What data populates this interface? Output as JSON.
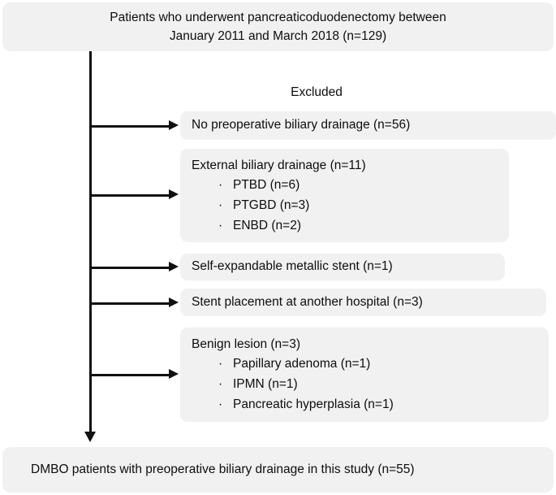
{
  "diagram": {
    "type": "flowchart",
    "title_box": {
      "text": "Patients who underwent pancreaticoduodenectomy between\nJanuary 2011 and March 2018 (n=129)",
      "n": 129
    },
    "excluded_label": "Excluded",
    "exclusions": [
      {
        "title": "No preoperative biliary drainage (n=56)",
        "n": 56,
        "items": []
      },
      {
        "title": "External biliary drainage (n=11)",
        "n": 11,
        "items": [
          {
            "label": "PTBD (n=6)",
            "n": 6
          },
          {
            "label": "PTGBD (n=3)",
            "n": 3
          },
          {
            "label": "ENBD (n=2)",
            "n": 2
          }
        ]
      },
      {
        "title": "Self-expandable metallic stent (n=1)",
        "n": 1,
        "items": []
      },
      {
        "title": "Stent placement at another hospital (n=3)",
        "n": 3,
        "items": []
      },
      {
        "title": "Benign lesion (n=3)",
        "n": 3,
        "items": [
          {
            "label": "Papillary adenoma (n=1)",
            "n": 1
          },
          {
            "label": "IPMN (n=1)",
            "n": 1
          },
          {
            "label": " Pancreatic hyperplasia (n=1)",
            "n": 1
          }
        ]
      }
    ],
    "result_box": {
      "text": "DMBO patients with preoperative biliary drainage in this study (n=55)",
      "n": 55
    },
    "bullet_glyph": "·",
    "colors": {
      "box_fill": "#f1f1f1",
      "text": "#0d0d0d",
      "connector": "#111111",
      "background": "#ffffff"
    }
  }
}
